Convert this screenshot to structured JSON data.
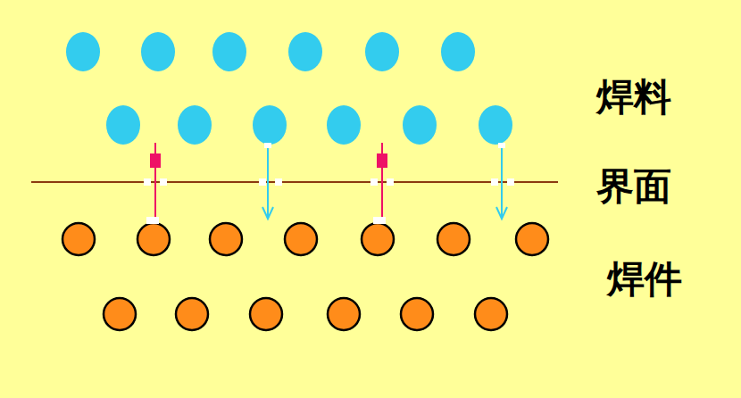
{
  "diagram": {
    "labels": [
      "焊料",
      "界面",
      "焊件"
    ]
  }
}
